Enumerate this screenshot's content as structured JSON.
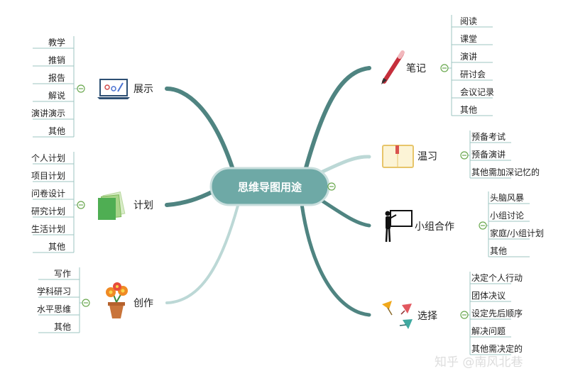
{
  "center": {
    "label": "思维导图用途"
  },
  "colors": {
    "center_fill": "#6ea9a6",
    "center_stroke": "#c8dedd",
    "bracket": "#9cc4c2",
    "collapse": "#6aa84f",
    "curve_dark": "#4f8481",
    "curve_light": "#bcd8d6"
  },
  "branches": [
    {
      "id": "note",
      "label": "笔记",
      "icon": "pencil-icon",
      "side": "right",
      "children": [
        "阅读",
        "课堂",
        "演讲",
        "研讨会",
        "会议记录",
        "其他"
      ]
    },
    {
      "id": "review",
      "label": "温习",
      "icon": "notebook-icon",
      "side": "right",
      "children": [
        "预备考试",
        "预备演讲",
        "其他需加深记忆的"
      ]
    },
    {
      "id": "group",
      "label": "小组合作",
      "icon": "presenter-icon",
      "side": "right",
      "children": [
        "头脑风暴",
        "小组讨论",
        "家庭/小组计划",
        "其他"
      ]
    },
    {
      "id": "choose",
      "label": "选择",
      "icon": "pushpin-icon",
      "side": "right",
      "children": [
        "决定个人行动",
        "团体决议",
        "设定先后顺序",
        "解决问题",
        "其他需决定的"
      ]
    },
    {
      "id": "show",
      "label": "展示",
      "icon": "laptop-icon",
      "side": "left",
      "children": [
        "教学",
        "推销",
        "报告",
        "解说",
        "演讲演示",
        "其他"
      ]
    },
    {
      "id": "plan",
      "label": "计划",
      "icon": "papers-icon",
      "side": "left",
      "children": [
        "个人计划",
        "项目计划",
        "问卷设计",
        "研究计划",
        "生活计划",
        "其他"
      ]
    },
    {
      "id": "create",
      "label": "创作",
      "icon": "flower-pot-icon",
      "side": "left",
      "children": [
        "写作",
        "学科研习",
        "水平思维",
        "其他"
      ]
    }
  ],
  "watermark": "知乎 @南风北巷"
}
